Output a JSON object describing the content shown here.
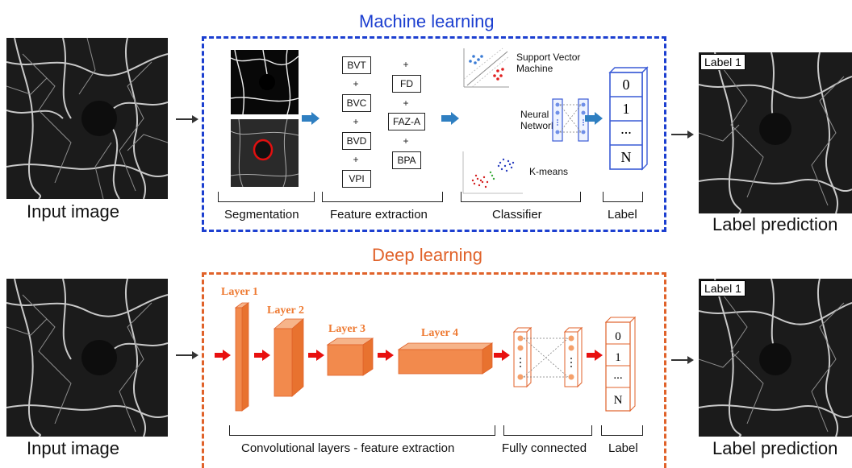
{
  "top": {
    "title": "Machine learning",
    "input_caption": "Input image",
    "output_caption": "Label prediction",
    "output_tag": "Label 1",
    "features_left": [
      "BVT",
      "BVC",
      "BVD",
      "VPI"
    ],
    "features_right": [
      "FD",
      "FAZ-A",
      "BPA"
    ],
    "plus": "+",
    "svm_label": "Support Vector\nMachine",
    "nn_label": "Neural\nNetwork",
    "kmeans_label": "K-means",
    "label_cells": [
      "0",
      "1",
      "...",
      "N"
    ],
    "stages": {
      "segmentation": "Segmentation",
      "feature_extraction": "Feature extraction",
      "classifier": "Classifier",
      "label": "Label"
    }
  },
  "bottom": {
    "title": "Deep learning",
    "input_caption": "Input image",
    "output_caption": "Label prediction",
    "output_tag": "Label 1",
    "layers": [
      "Layer 1",
      "Layer 2",
      "Layer 3",
      "Layer 4"
    ],
    "label_cells": [
      "0",
      "1",
      "...",
      "N"
    ],
    "stages": {
      "conv": "Convolutional layers - feature extraction",
      "fc": "Fully connected",
      "label": "Label"
    }
  },
  "colors": {
    "ml_accent": "#1c3fd0",
    "dl_accent": "#e0622a",
    "ml_arrow": "#2f7fc1",
    "dl_arrow": "#e8100f",
    "layer_fill": "#f28a4d"
  }
}
